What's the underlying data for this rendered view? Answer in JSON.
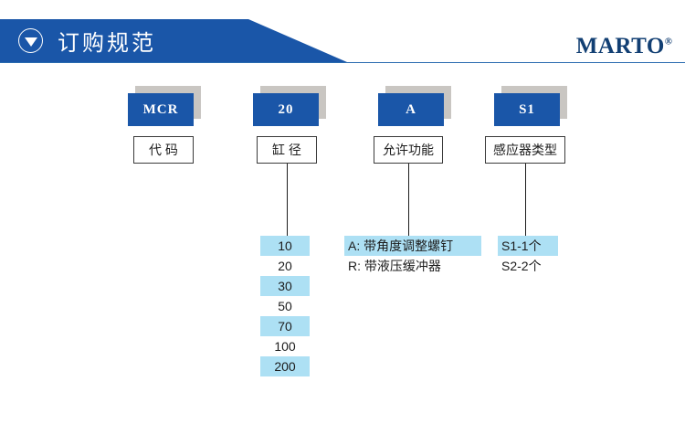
{
  "header": {
    "title": "订购规范",
    "icon": "triangle-down-icon",
    "brand": "MARTO",
    "brand_mark": "®",
    "banner_color": "#1a56a8",
    "rule_color": "#2a6bb0",
    "brand_color": "#123f73"
  },
  "theme": {
    "chip_blue": "#1a56a8",
    "chip_shadow": "#c9c6c2",
    "highlight_blue": "#ade0f4",
    "text_dark": "#1c1c1c"
  },
  "columns": [
    {
      "code": "MCR",
      "label": "代 码",
      "has_connector": false,
      "options": []
    },
    {
      "code": "20",
      "label": "缸 径",
      "has_connector": true,
      "options": [
        {
          "text": "10",
          "highlighted": true
        },
        {
          "text": "20",
          "highlighted": false
        },
        {
          "text": "30",
          "highlighted": true
        },
        {
          "text": "50",
          "highlighted": false
        },
        {
          "text": "70",
          "highlighted": true
        },
        {
          "text": "100",
          "highlighted": false
        },
        {
          "text": "200",
          "highlighted": true
        }
      ]
    },
    {
      "code": "A",
      "label": "允许功能",
      "has_connector": true,
      "options": [
        {
          "text": "A: 带角度调整螺钉",
          "highlighted": true
        },
        {
          "text": "R: 带液压缓冲器",
          "highlighted": false
        }
      ]
    },
    {
      "code": "S1",
      "label": "感应器类型",
      "has_connector": true,
      "options": [
        {
          "text": "S1-1个",
          "highlighted": true
        },
        {
          "text": "S2-2个",
          "highlighted": false
        }
      ]
    }
  ]
}
